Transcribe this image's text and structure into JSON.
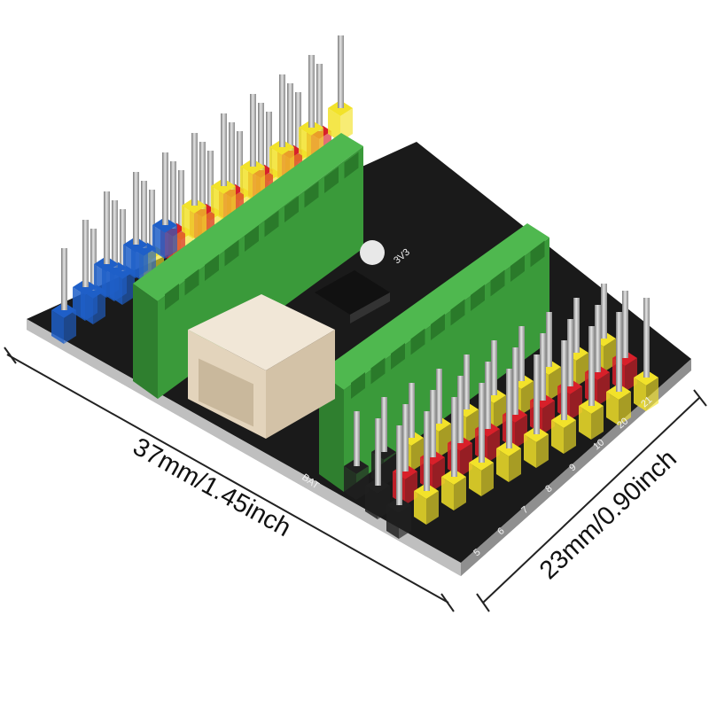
{
  "dimensions": {
    "length_label": "37mm/1.45inch",
    "width_label": "23mm/0.90inch"
  },
  "silkscreen": {
    "top_labels": [
      "3V3",
      "BAT"
    ],
    "bottom_pin_numbers": [
      "5",
      "6",
      "7",
      "8",
      "9",
      "10",
      "20",
      "21"
    ]
  },
  "colors": {
    "pcb": "#1a1a1a",
    "terminal_green": "#3a9a3a",
    "header_blue": "#1f5fc8",
    "header_red": "#d8202a",
    "header_yellow": "#f2e22a",
    "header_black": "#202020",
    "connector_beige": "#e9dcc8",
    "pin_metal": "#b8b8b8"
  }
}
